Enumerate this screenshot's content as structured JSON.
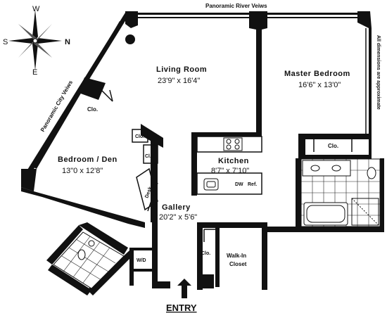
{
  "headings": {
    "top_view": "Panoramic River Veiws",
    "left_view": "Panoramic City Veiws",
    "side_note": "All dimensions are approximate",
    "entry": "ENTRY"
  },
  "compass": {
    "w": "W",
    "s": "S",
    "n": "N",
    "e": "E"
  },
  "rooms": {
    "living": {
      "name": "Living Room",
      "dims": "23'9\" x 16'4\""
    },
    "master": {
      "name": "Master Bedroom",
      "dims": "16'6\" x 13'0\""
    },
    "bedroom": {
      "name": "Bedroom / Den",
      "dims": "13\"0 x 12'8\""
    },
    "kitchen": {
      "name": "Kitchen",
      "dims": "8'7\" x 7'10\""
    },
    "gallery": {
      "name": "Gallery",
      "dims": "20'2\" x 5'6\""
    },
    "walkin": {
      "name_line1": "Walk-In",
      "name_line2": "Closet"
    }
  },
  "fixtures": {
    "clo": "Clo.",
    "cl": "Cl.",
    "desk": "Desk",
    "dw": "DW",
    "ref": "Ref.",
    "wd": "W/D"
  }
}
